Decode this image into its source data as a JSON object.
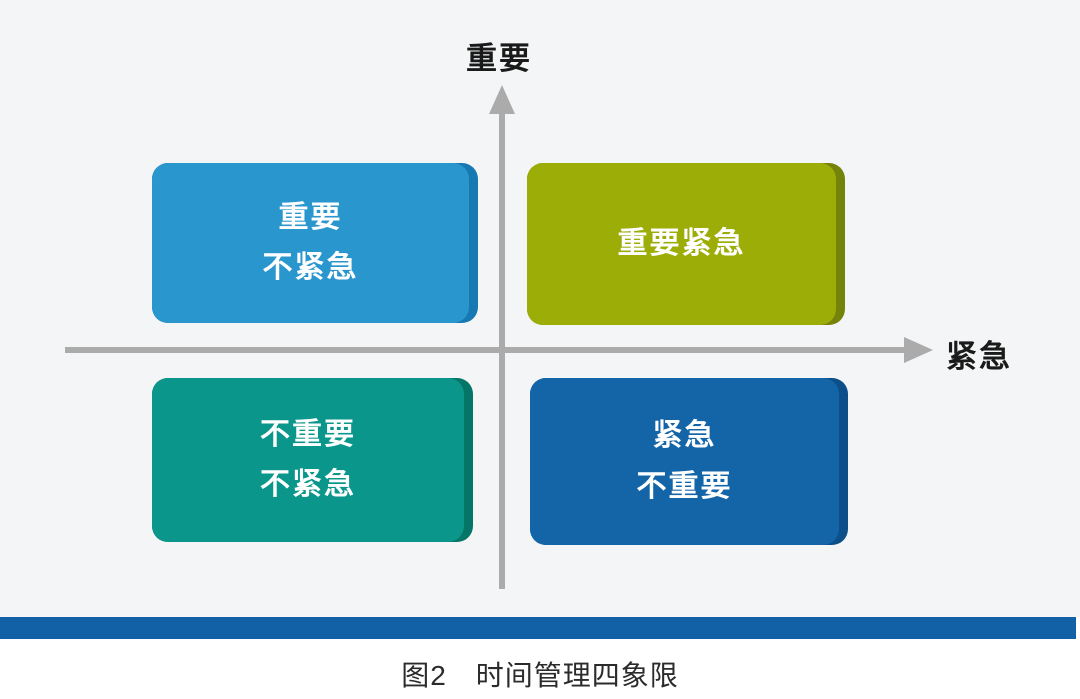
{
  "figure": {
    "caption": "图2　时间管理四象限",
    "canvas_color": "#f4f5f6",
    "footer_color": "#ffffff"
  },
  "axes": {
    "y_label": "重要",
    "x_label": "紧急",
    "line_color": "#ababab"
  },
  "quadrants": [
    {
      "id": "top-left",
      "label_lines": [
        "重要",
        "不紧急"
      ],
      "color": "#2996ce",
      "edge_color": "#1679b2"
    },
    {
      "id": "top-right",
      "label_lines": [
        "重要紧急"
      ],
      "color": "#9cad07",
      "edge_color": "#76830a"
    },
    {
      "id": "bottom-left",
      "label_lines": [
        "不重要",
        "不紧急"
      ],
      "color": "#0a968a",
      "edge_color": "#057568"
    },
    {
      "id": "bottom-right",
      "label_lines": [
        "紧急",
        "不重要"
      ],
      "color": "#1465a8",
      "edge_color": "#0d4f88"
    }
  ],
  "divider_bar": {
    "color": "#1260a6"
  }
}
